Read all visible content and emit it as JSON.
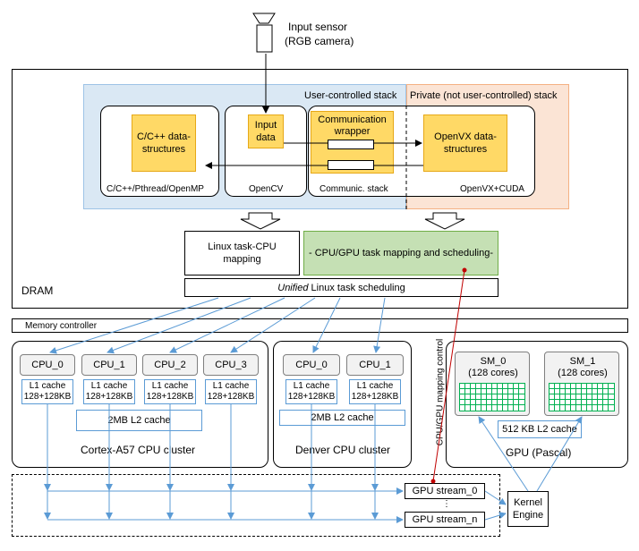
{
  "sensor": {
    "title": "Input sensor",
    "subtitle": "(RGB camera)"
  },
  "dram": {
    "label": "DRAM",
    "user_stack": "User-controlled stack",
    "private_stack": "Private (not user-controlled) stack",
    "cpp": {
      "data": "C/C++ data-structures",
      "label": "C/C++/Pthread/OpenMP"
    },
    "opencv": {
      "data": "Input data",
      "label": "OpenCV"
    },
    "comm": {
      "data": "Communication wrapper",
      "label": "Communic. stack"
    },
    "openvx": {
      "data": "OpenVX data-structures",
      "label": "OpenVX+CUDA"
    },
    "linux_mapping": "Linux task-CPU mapping",
    "gpu_mapping": "- CPU/GPU task mapping and scheduling-",
    "unified_italic": "Unified",
    "unified_rest": " Linux task scheduling"
  },
  "memory_controller": "Memory controller",
  "a57": {
    "cpus": [
      "CPU_0",
      "CPU_1",
      "CPU_2",
      "CPU_3"
    ],
    "l1_title": "L1 cache",
    "l1_size": "128+128KB",
    "l2": "2MB L2 cache",
    "label": "Cortex-A57 CPU cluster"
  },
  "denver": {
    "cpus": [
      "CPU_0",
      "CPU_1"
    ],
    "l1_title": "L1 cache",
    "l1_size": "128+128KB",
    "l2": "2MB L2 cache",
    "label": "Denver CPU cluster"
  },
  "gpu": {
    "sms": [
      {
        "name": "SM_0",
        "cores": "(128 cores)"
      },
      {
        "name": "SM_1",
        "cores": "(128 cores)"
      }
    ],
    "l2": "512 KB L2 cache",
    "label": "GPU (Pascal)"
  },
  "mapping_control": "CPU/GPU mapping control",
  "streams": {
    "first": "GPU stream_0",
    "dots": "⋮",
    "last": "GPU stream_n"
  },
  "kernel_engine": "Kernel Engine",
  "colors": {
    "blue_bg": "#dae8f4",
    "orange_bg": "#fbe4d5",
    "yellow": "#ffd966",
    "green": "#c5e0b4",
    "arrow": "#5b9bd5",
    "red": "#c00000",
    "core_green": "#00b050"
  }
}
